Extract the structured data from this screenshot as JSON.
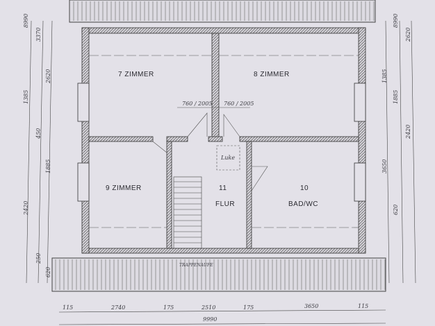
{
  "rooms": {
    "r7": {
      "number": "7",
      "name": "ZIMMER"
    },
    "r8": {
      "number": "8",
      "name": "ZIMMER"
    },
    "r9": {
      "number": "9",
      "name": "ZIMMER"
    },
    "r10": {
      "number": "10",
      "name": "BAD/WC"
    },
    "r11": {
      "number": "11",
      "name": "FLUR"
    },
    "hatch": "Luke",
    "stair_label": "TRAPPENAUFE"
  },
  "door_dims": {
    "left": "760 / 2005",
    "right": "760 / 2005"
  },
  "dims_bottom": [
    "115",
    "2740",
    "175",
    "2510",
    "175",
    "3650",
    "115"
  ],
  "dims_bottom_total": "9990",
  "dims_left": [
    "8990",
    "3370",
    "2620",
    "1385",
    "450",
    "1885",
    "2420",
    "250",
    "620"
  ],
  "dims_right": [
    "8990",
    "2620",
    "1385",
    "1885",
    "2420",
    "3650",
    "620"
  ]
}
